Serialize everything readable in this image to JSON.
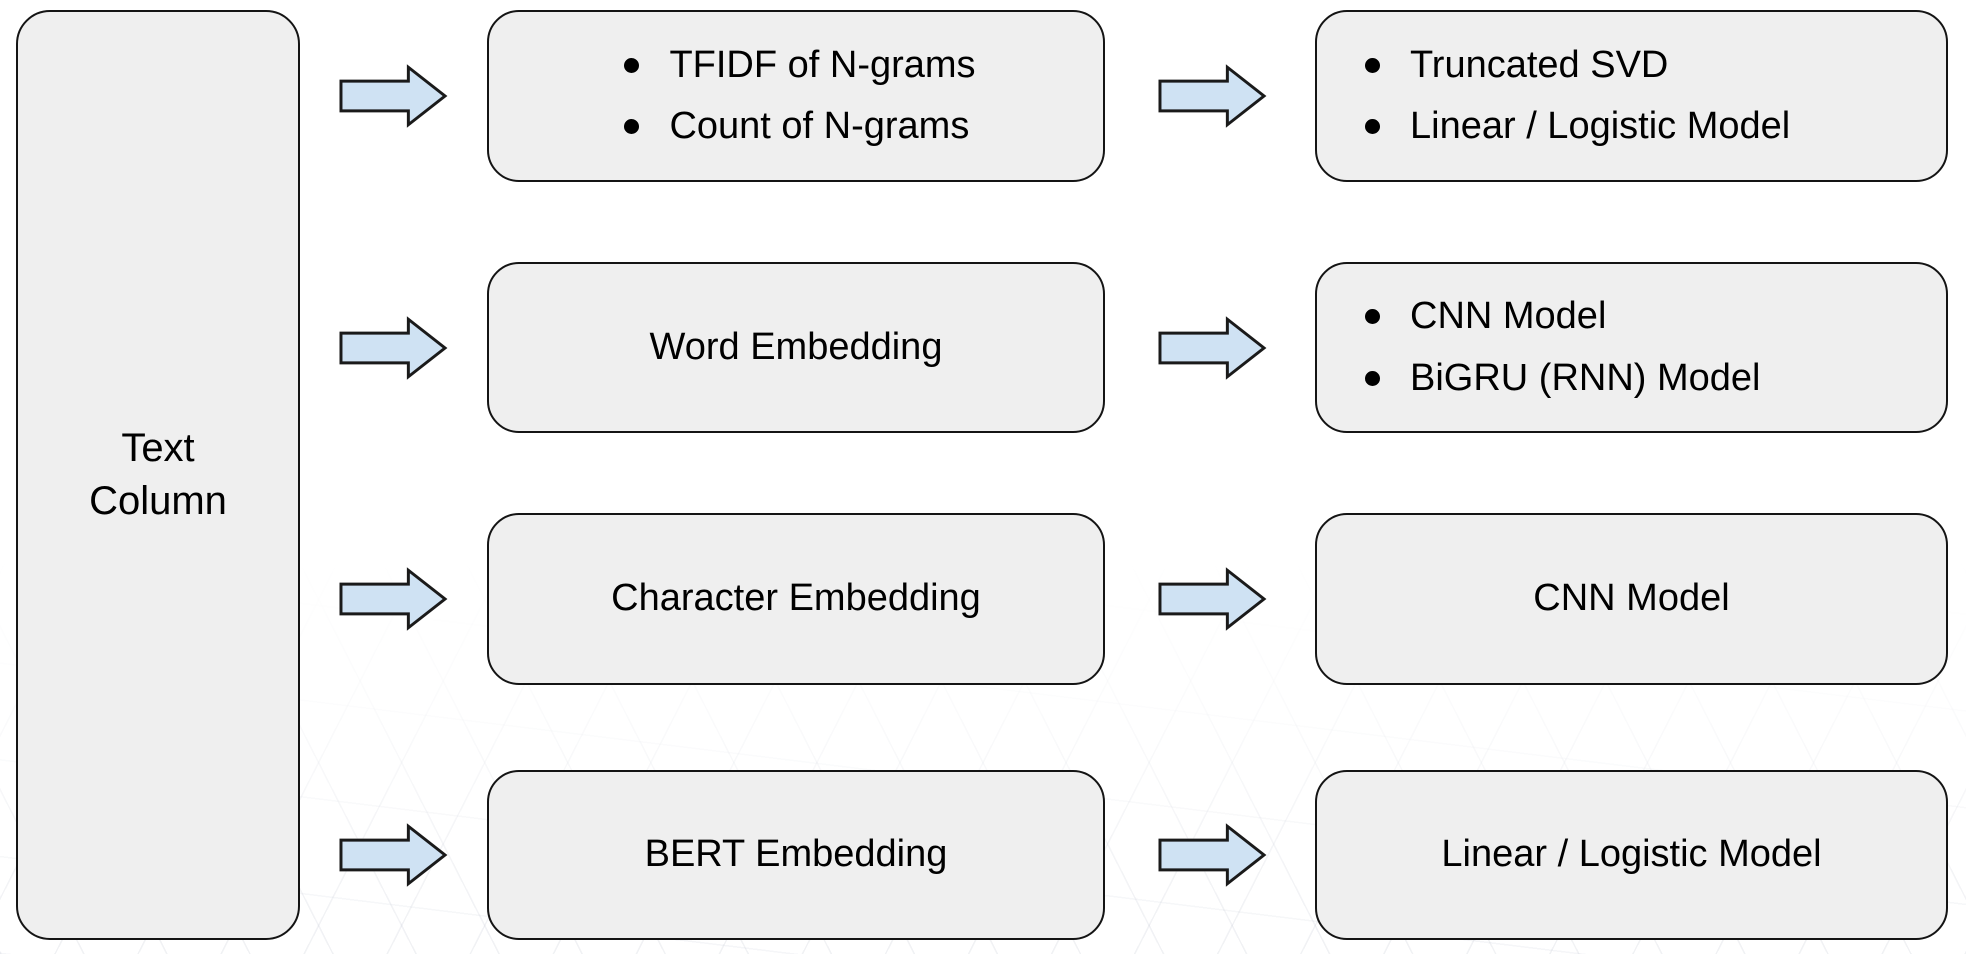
{
  "diagram": {
    "source": {
      "label": "Text\nColumn"
    },
    "rows": [
      {
        "features": {
          "style": "bullets",
          "items": [
            "TFIDF of N-grams",
            "Count of N-grams"
          ]
        },
        "models": {
          "style": "bullets",
          "items": [
            "Truncated SVD",
            "Linear / Logistic Model"
          ]
        }
      },
      {
        "features": {
          "style": "center",
          "items": [
            "Word Embedding"
          ]
        },
        "models": {
          "style": "bullets",
          "items": [
            "CNN Model",
            "BiGRU (RNN) Model"
          ]
        }
      },
      {
        "features": {
          "style": "center",
          "items": [
            "Character Embedding"
          ]
        },
        "models": {
          "style": "center",
          "items": [
            "CNN Model"
          ]
        }
      },
      {
        "features": {
          "style": "center",
          "items": [
            "BERT Embedding"
          ]
        },
        "models": {
          "style": "center",
          "items": [
            "Linear / Logistic Model"
          ]
        }
      }
    ],
    "colors": {
      "box_fill": "#efefef",
      "box_border": "#141414",
      "arrow_fill": "#cfe2f3",
      "arrow_border": "#1a1a1a",
      "text": "#000000",
      "background": "#ffffff"
    }
  }
}
